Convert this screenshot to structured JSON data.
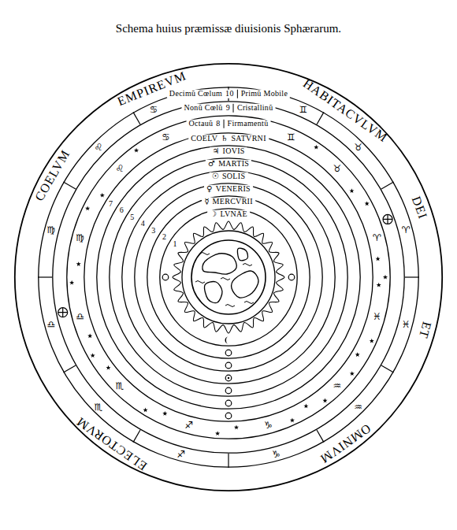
{
  "diagram": {
    "title": "Schema huius præmissæ diuisionis Sphærarum.",
    "nodes": [
      {
        "text": [
          "COELVM",
          "EMPIREVM",
          "HABITACVLVM",
          "DEI",
          "ET",
          "OMNIVM",
          "ELECTORVM"
        ]
      },
      {
        "text": [
          "Decimũ Cœlum",
          "10",
          "Primũ Mobile"
        ],
        "in": 0
      },
      {
        "text": [
          "Nonũ Cœlũ",
          "9",
          "Cristallinũ"
        ],
        "in": 1
      },
      {
        "text": [
          "Octauũ",
          "8",
          "Firmamentũ"
        ],
        "in": 2
      },
      {
        "text": [
          "COELV",
          "♄",
          "SATVRNI",
          "7"
        ],
        "in": 3
      },
      {
        "text": [
          "♃",
          "IOVIS",
          "6"
        ],
        "in": 4
      },
      {
        "text": [
          "♂",
          "MARTIS",
          "5"
        ],
        "in": 5
      },
      {
        "text": [
          "☉",
          "SOLIS",
          "4"
        ],
        "in": 6
      },
      {
        "text": [
          "♀",
          "VENERIS",
          "3"
        ],
        "in": 7
      },
      {
        "text": [
          "☿",
          "MERCVRII",
          "2"
        ],
        "in": 8
      },
      {
        "text": [
          "☽",
          "LVNAE",
          "1"
        ],
        "in": 9
      }
    ],
    "labels": [
      "♈",
      "♉",
      "♊",
      "♋",
      "♌",
      "♍",
      "♎",
      "♏",
      "♐",
      "♑",
      "♒",
      "♓",
      "♈",
      "♉",
      "♊",
      "♋",
      "♌",
      "♍",
      "♎",
      "♏",
      "♐",
      "♑",
      "♒",
      "♓"
    ]
  }
}
